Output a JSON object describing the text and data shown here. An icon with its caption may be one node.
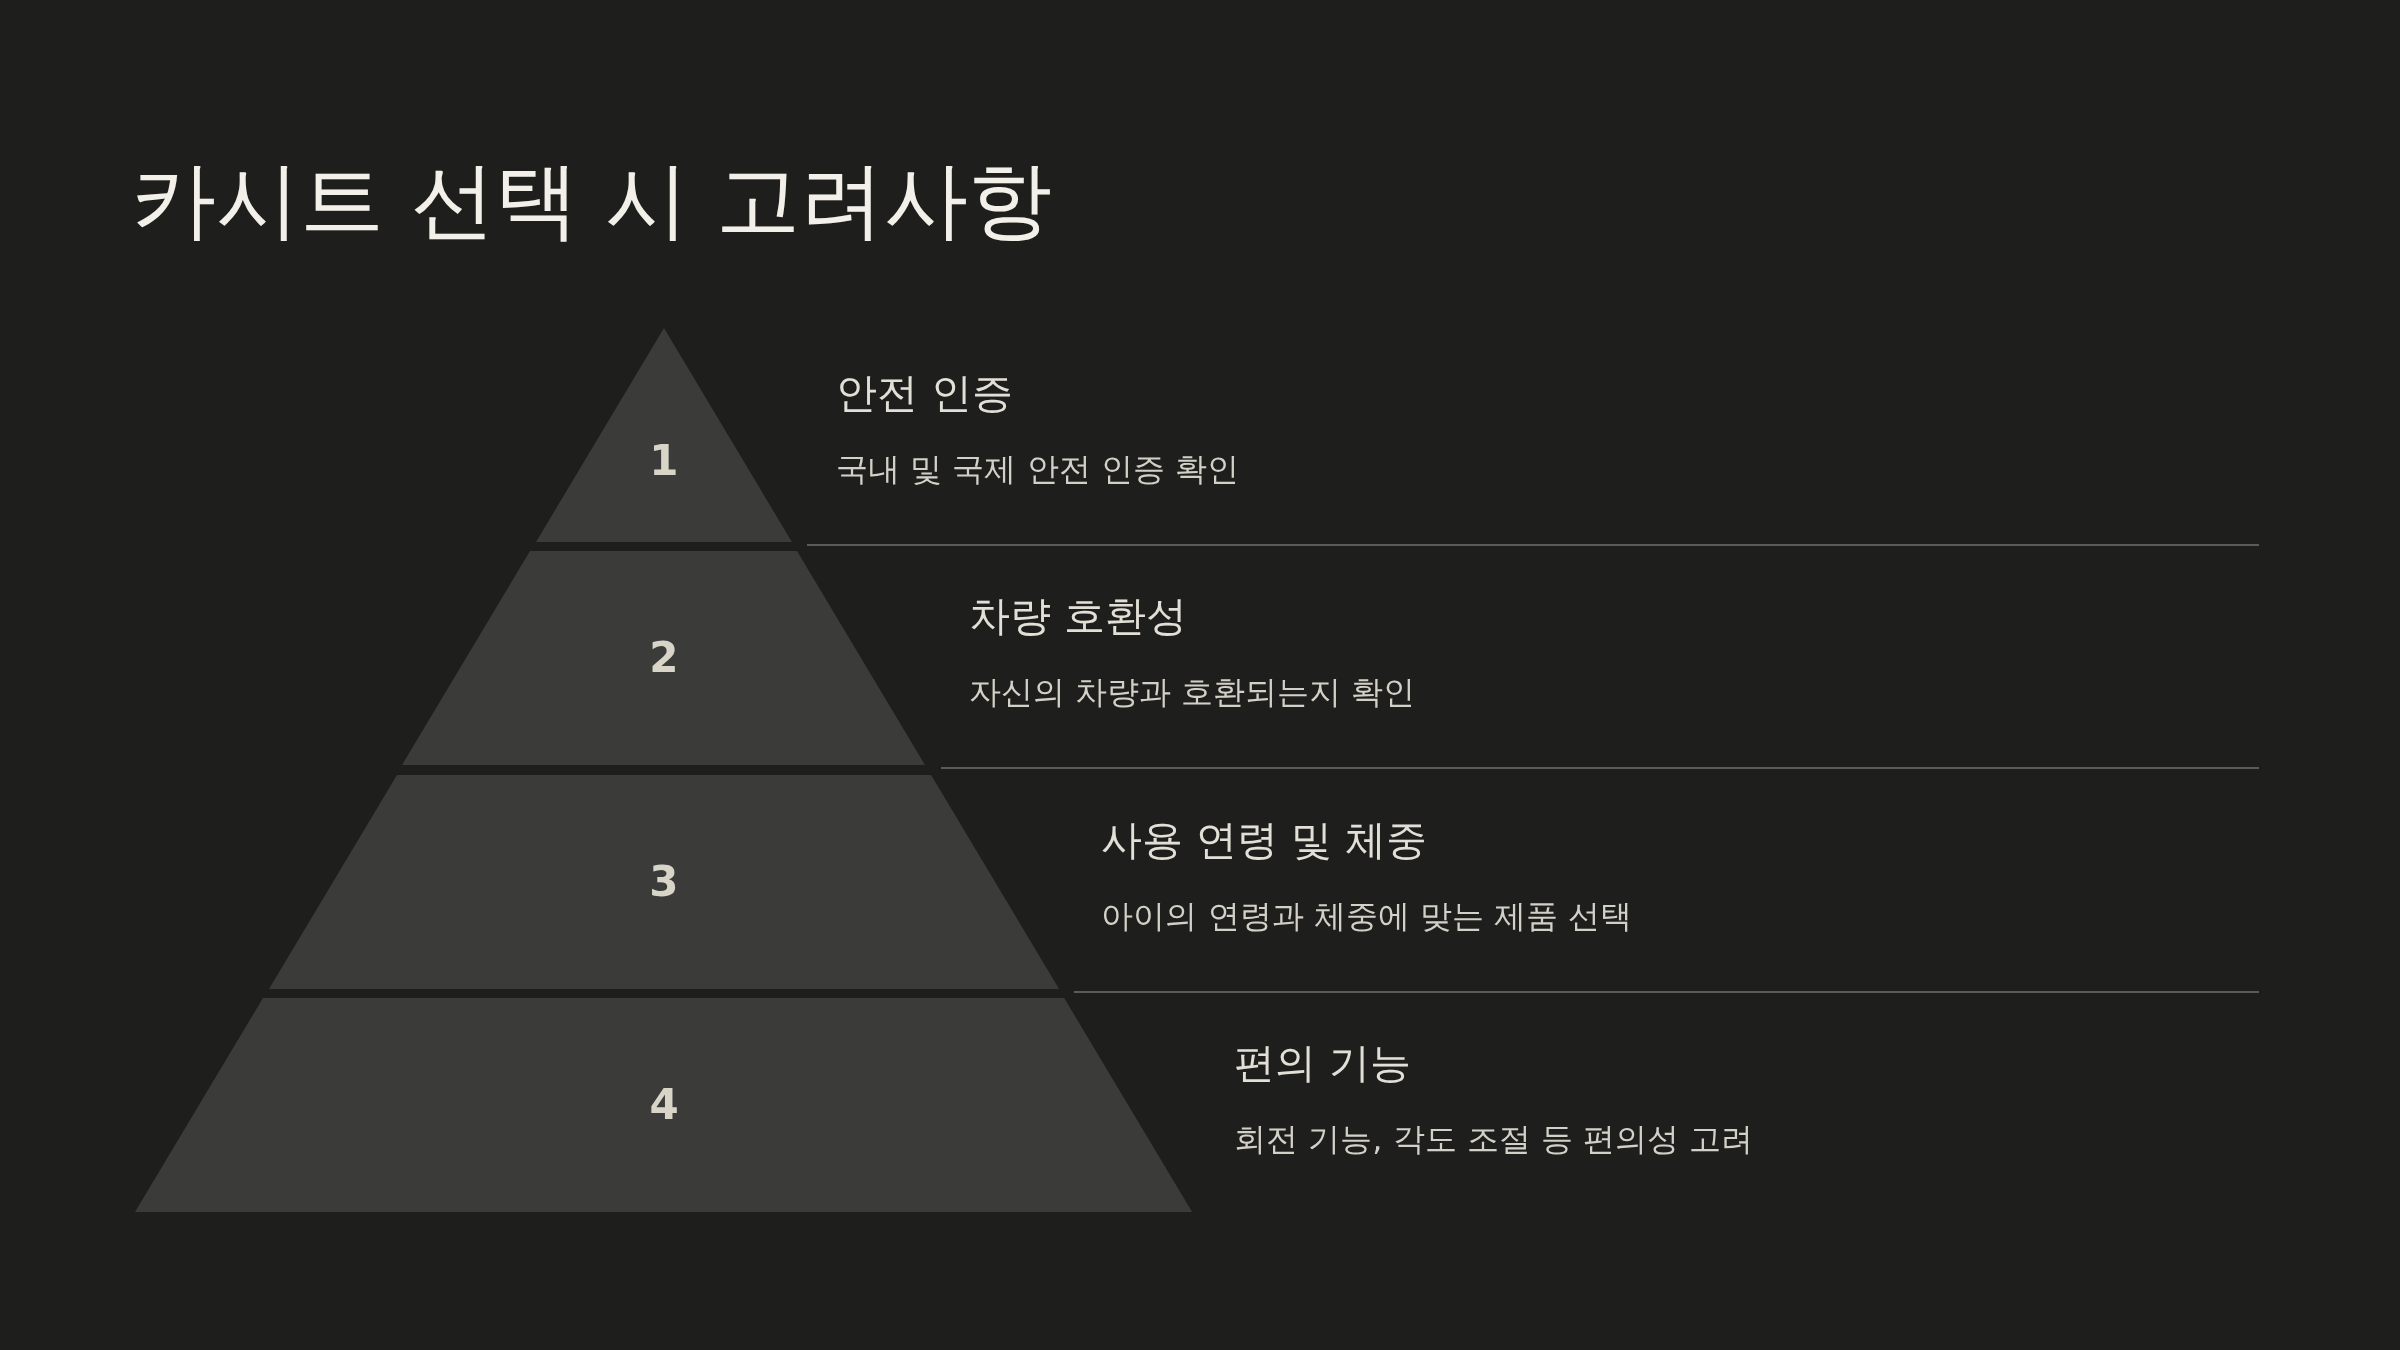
{
  "diagram": {
    "title": "카시트 선택 시 고려사항",
    "nodes": [
      {
        "text": [
          "1"
        ],
        "beside": [
          "안전 인증",
          "국내 및 국제 안전 인증 확인"
        ]
      },
      {
        "text": [
          "2"
        ],
        "beside": [
          "차량 호환성",
          "자신의 차량과 호환되는지 확인"
        ]
      },
      {
        "text": [
          "3"
        ],
        "beside": [
          "사용 연령 및 체중",
          "아이의 연령과 체중에 맞는 제품 선택"
        ]
      },
      {
        "text": [
          "4"
        ],
        "beside": [
          "편의 기능",
          "회전 기능, 각도 조절 등 편의성 고려"
        ]
      }
    ]
  }
}
